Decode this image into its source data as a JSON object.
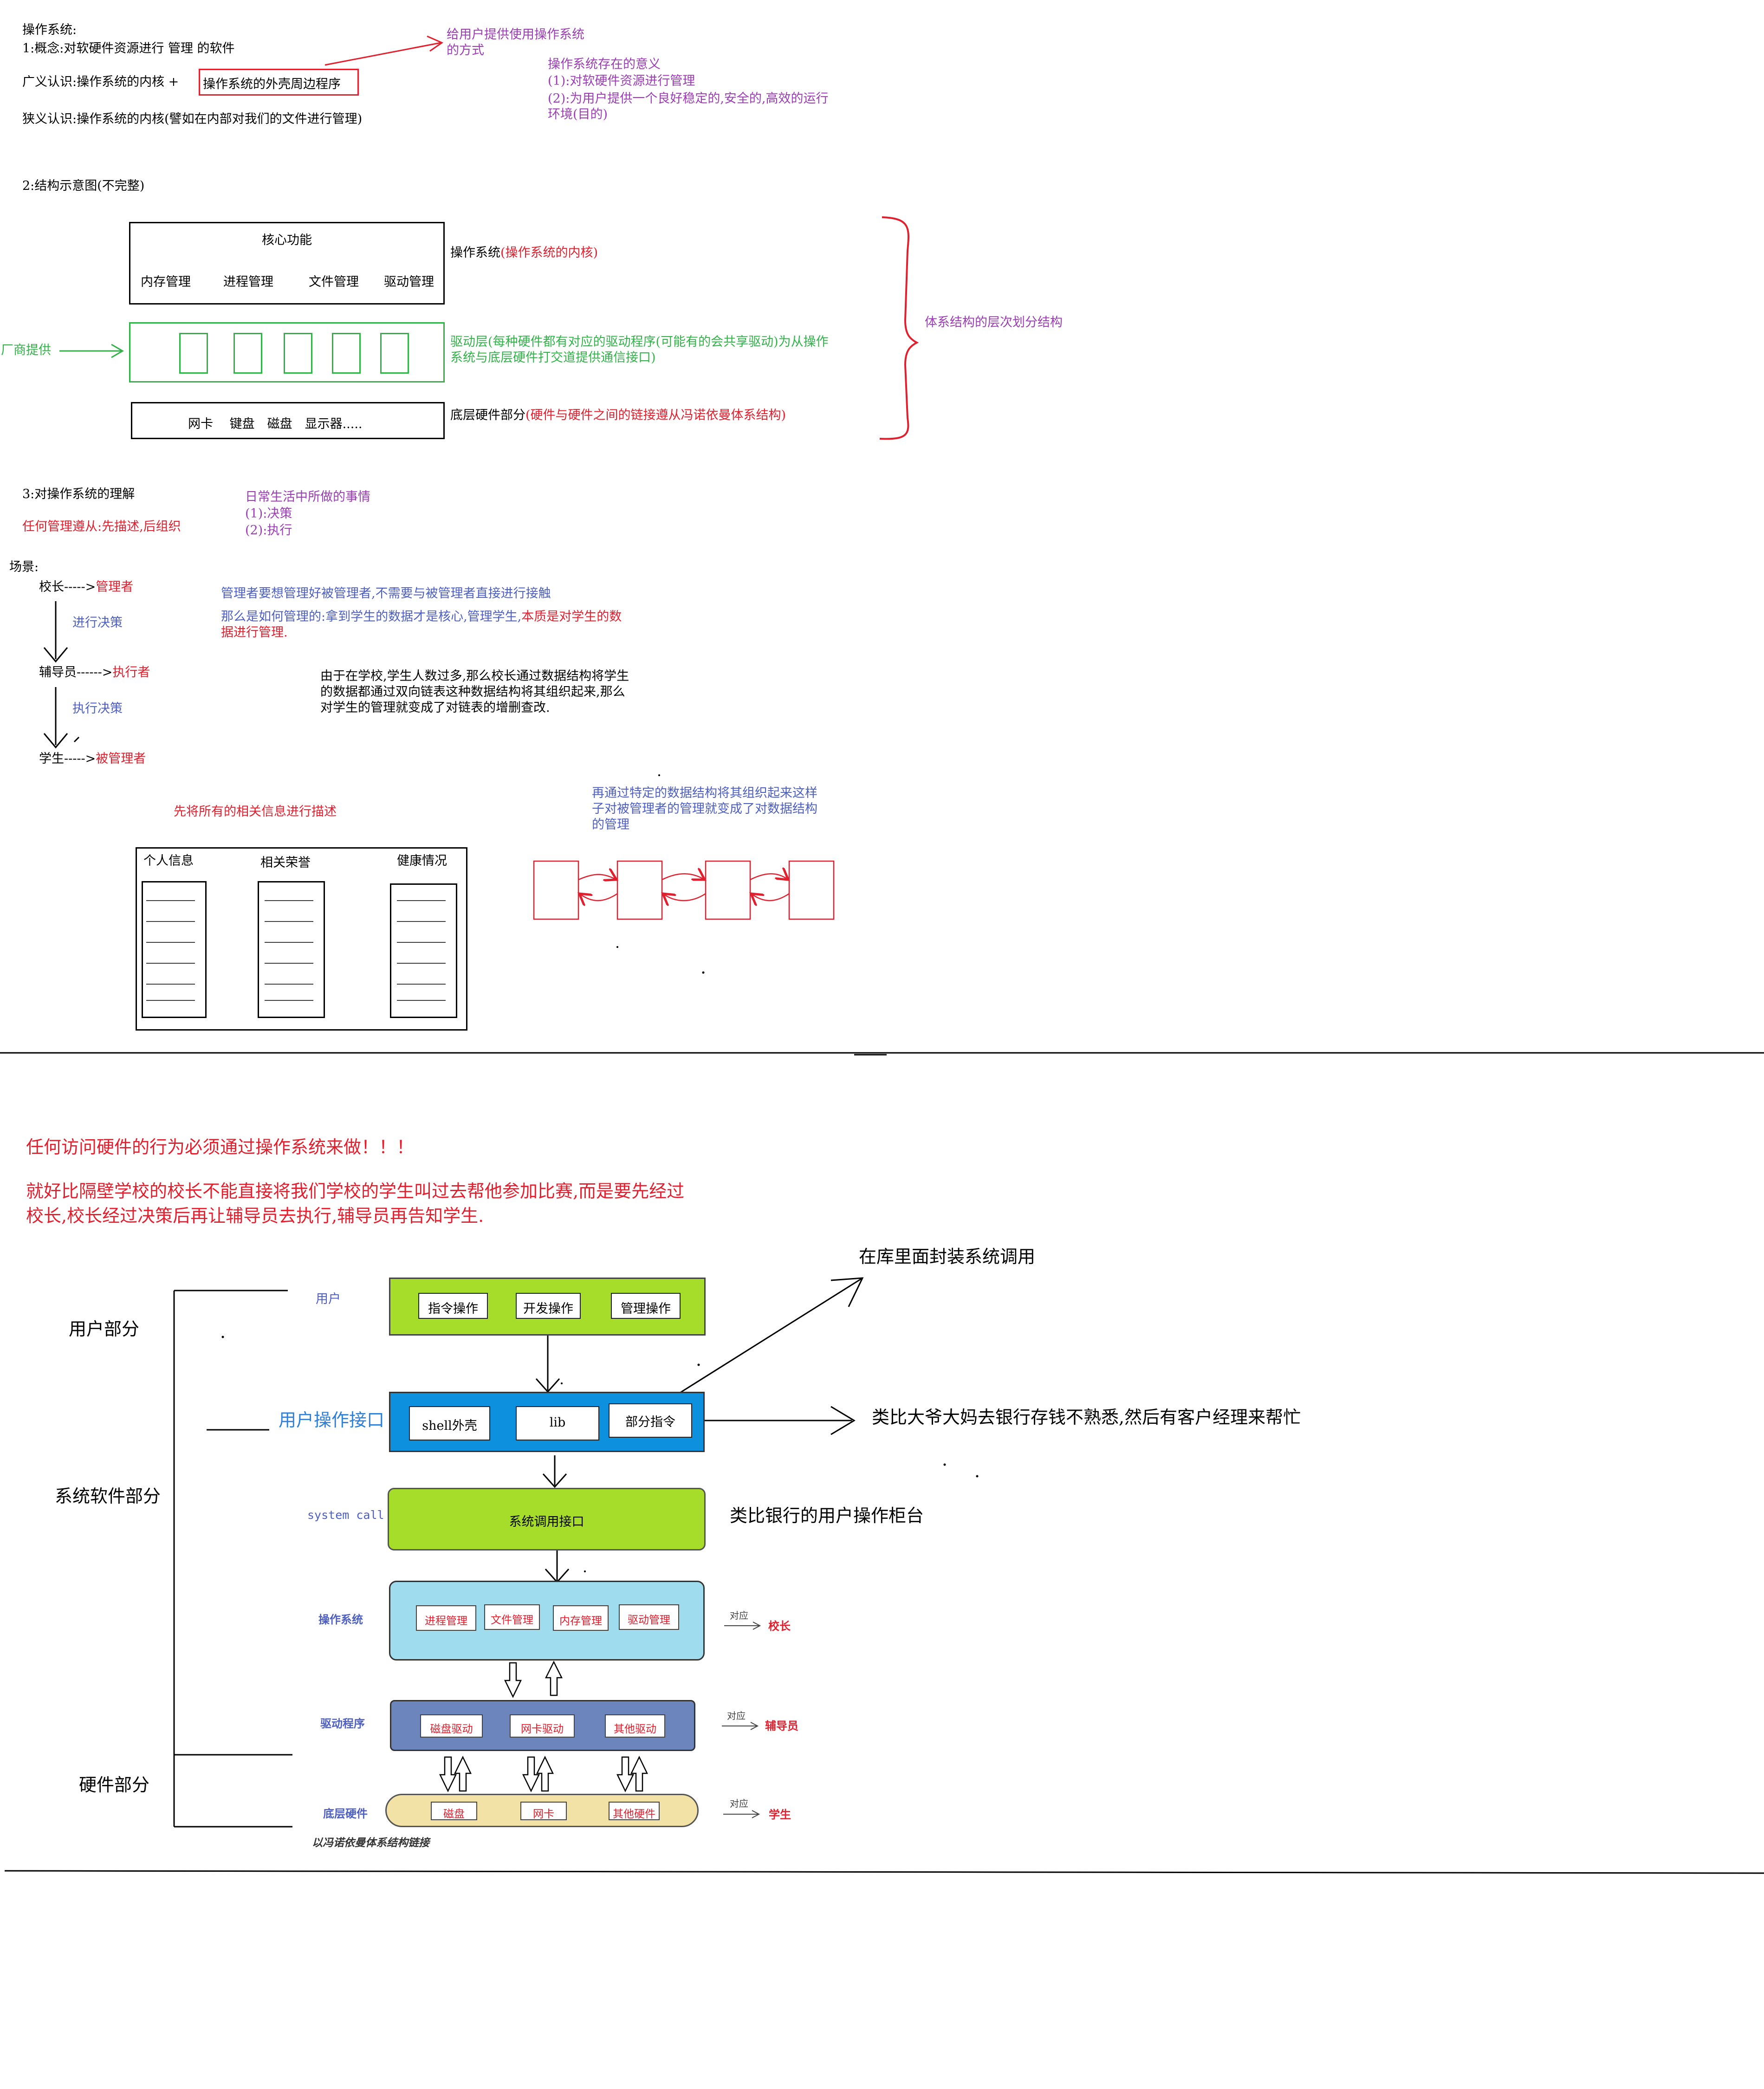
{
  "s1": {
    "title": "操作系统:",
    "concept": "1:概念:对软硬件资源进行 管理 的软件",
    "broad_prefix": "广义认识:操作系统的内核 +",
    "broad_box": "操作系统的外壳周边程序",
    "narrow": "狭义认识:操作系统的内核(譬如在内部对我们的文件进行管理)",
    "shell_note": "给用户提供使用操作系统的方式",
    "meaning_title": "操作系统存在的意义",
    "meaning_1": "(1):对软硬件资源进行管理",
    "meaning_2": "(2):为用户提供一个良好稳定的,安全的,高效的运行环境(目的)"
  },
  "s2": {
    "title": "2:结构示意图(不完整)",
    "core_title": "核心功能",
    "core_items": [
      "内存管理",
      "进程管理",
      "文件管理",
      "驱动管理"
    ],
    "os_label": "操作系统",
    "os_label_paren": "(操作系统的内核)",
    "vendor": "厂商提供",
    "driver_note": "驱动层(每种硬件都有对应的驱动程序(可能有的会共享驱动)为从操作系统与底层硬件打交道提供通信接口)",
    "hw_items": "网卡　 键盘　磁盘　显示器.....",
    "hw_label": "底层硬件部分",
    "hw_label_paren": "(硬件与硬件之间的链接遵从冯诺依曼体系结构)",
    "brace_note": "体系结构的层次划分结构"
  },
  "s3": {
    "title": "3:对操作系统的理解",
    "rule": "任何管理遵从:先描述,后组织",
    "daily_title": "日常生活中所做的事情",
    "daily_1": "(1):决策",
    "daily_2": "(2):执行",
    "scene": "场景:",
    "principal_name": "校长----->",
    "principal_role": "管理者",
    "decide": "进行决策",
    "counselor_name": "辅导员------>",
    "counselor_role": "执行者",
    "execute": "执行决策",
    "student_name": "学生----->",
    "student_role": "被管理者",
    "note1": "管理者要想管理好被管理者,不需要与被管理者直接进行接触",
    "note2_a": "那么是如何管理的:拿到学生的数据才是核心,管理学生,",
    "note2_b": "本质是对学生的数据进行管理.",
    "note3": "由于在学校,学生人数过多,那么校长通过数据结构将学生的数据都通过双向链表这种数据结构将其组织起来,那么对学生的管理就变成了对链表的增删查改.",
    "describe": "先将所有的相关信息进行描述",
    "organize": "再通过特定的数据结构将其组织起来这样子对被管理者的管理就变成了对数据结构的管理",
    "cols": [
      "个人信息",
      "相关荣誉",
      "健康情况"
    ]
  },
  "s4": {
    "must": "任何访问硬件的行为必须通过操作系统来做！！！",
    "analogy": "就好比隔壁学校的校长不能直接将我们学校的学生叫过去帮他参加比赛,而是要先经过校长,校长经过决策后再让辅导员去执行,辅导员再告知学生.",
    "lib_note": "在库里面封装系统调用",
    "bank_note": "类比大爷大妈去银行存钱不熟悉,然后有客户经理来帮忙",
    "counter_note": "类比银行的用户操作柜台",
    "user_part": "用户部分",
    "sys_part": "系统软件部分",
    "hw_part": "硬件部分",
    "user_label": "用户",
    "user_items": [
      "指令操作",
      "开发操作",
      "管理操作"
    ],
    "ui_label": "用户操作接口",
    "ui_items": [
      "shell外壳",
      "lib",
      "部分指令"
    ],
    "syscall_label": "system call",
    "syscall_box": "系统调用接口",
    "os_label": "操作系统",
    "os_items": [
      "进程管理",
      "文件管理",
      "内存管理",
      "驱动管理"
    ],
    "drv_label": "驱动程序",
    "drv_items": [
      "磁盘驱动",
      "网卡驱动",
      "其他驱动"
    ],
    "hw_label": "底层硬件",
    "hw_items": [
      "磁盘",
      "网卡",
      "其他硬件"
    ],
    "corr": "对应",
    "map_os": "校长",
    "map_drv": "辅导员",
    "map_hw": "学生",
    "caption": "以冯诺依曼体系结构链接"
  },
  "colors": {
    "red": "#e0202e",
    "purple": "#9b3db3",
    "blue": "#4d5fc0",
    "green": "#33b24a",
    "lime": "#a6dd2a",
    "sky": "#0d91de",
    "light_blue": "#9fdcee",
    "steel": "#6c86bd",
    "cream": "#f2e2a6"
  }
}
